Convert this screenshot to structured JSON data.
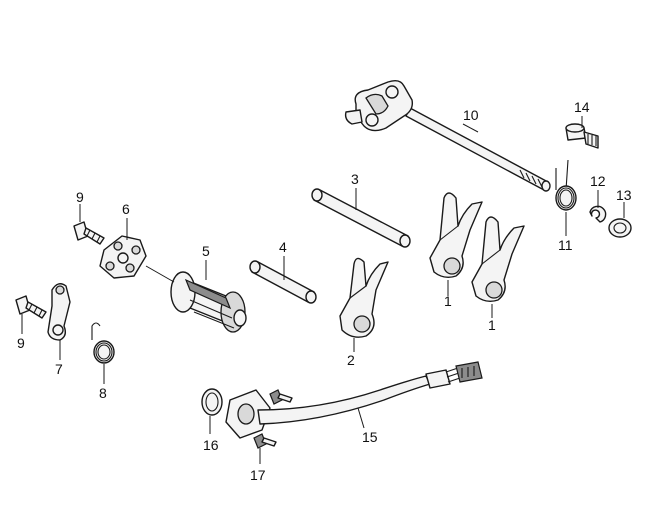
{
  "callouts": {
    "fork_a": "1",
    "fork_b": "1",
    "fork_c": "2",
    "shaft_3": "3",
    "shaft_4": "4",
    "drum": "5",
    "center": "6",
    "stopper_arm": "7",
    "spring_8": "8",
    "bolt_upper": "9",
    "bolt_lower": "9",
    "shift_spindle": "10",
    "return_spring": "11",
    "clip": "12",
    "washer": "13",
    "pin_bolt": "14",
    "oring": "16",
    "sensor_harness": "15",
    "screw": "17"
  }
}
